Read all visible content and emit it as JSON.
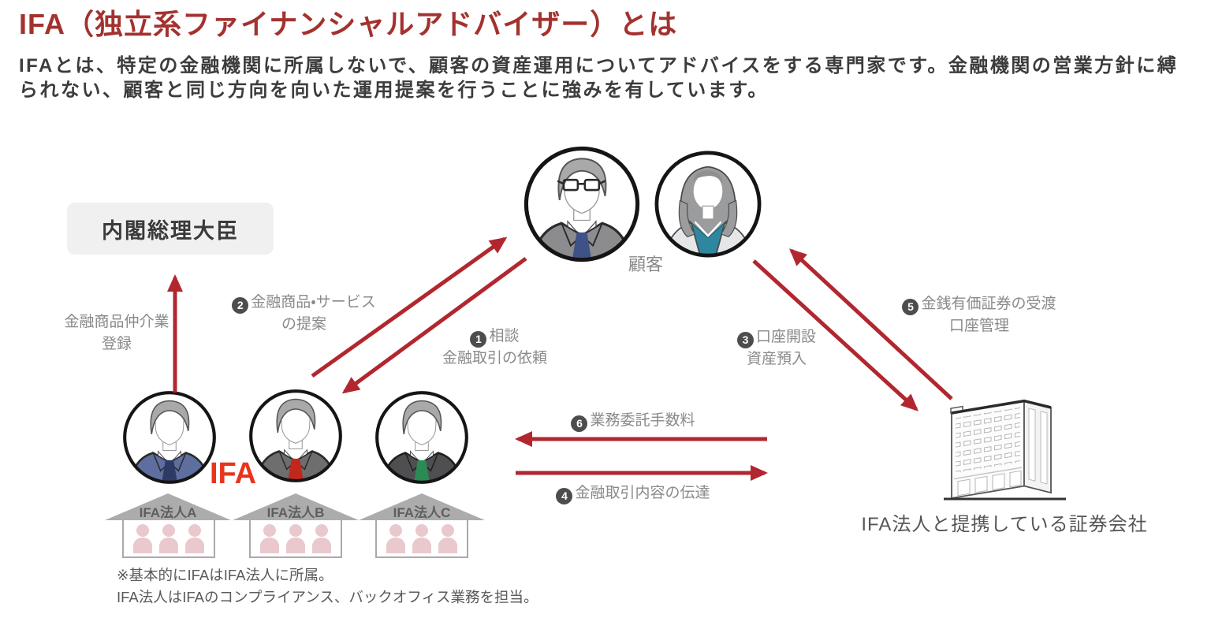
{
  "header": {
    "title": "IFA（独立系ファイナンシャルアドバイザー）とは",
    "description": "IFAとは、特定の金融機関に所属しないで、顧客の資産運用についてアドバイスをする専門家です。金融機関の営業方針に縛られない、顧客と同じ方向を向いた運用提案を行うことに強みを有しています。"
  },
  "diagram": {
    "regulator_box": "内閣総理大臣",
    "customer_label": "顧客",
    "ifa_label": "IFA",
    "broker_label": "IFA法人と提携している証券会社",
    "flows": {
      "registration": {
        "line1": "金融商品仲介業",
        "line2": "登録"
      },
      "f1": {
        "num": "1",
        "line1": "相談",
        "line2": "金融取引の依頼"
      },
      "f2": {
        "num": "2",
        "line1": "金融商品・サービス",
        "line2": "の提案"
      },
      "f3": {
        "num": "3",
        "line1": "口座開設",
        "line2": "資産預入"
      },
      "f4": {
        "num": "4",
        "line1": "金融取引内容の伝達"
      },
      "f5": {
        "num": "5",
        "line1": "金銭有価証券の受渡",
        "line2": "口座管理"
      },
      "f6": {
        "num": "6",
        "line1": "業務委託手数料"
      }
    },
    "houses": [
      {
        "label": "IFA法人A"
      },
      {
        "label": "IFA法人B"
      },
      {
        "label": "IFA法人C"
      }
    ],
    "note_line1": "※基本的にIFAはIFA法人に所属。",
    "note_line2": "IFA法人はIFAのコンプライアンス、バックオフィス業務を担当。"
  },
  "colors": {
    "title_red": "#A3322F",
    "arrow_red": "#B2272F",
    "ifa_accent_red": "#E8351C",
    "label_gray": "#8A8A8A",
    "regulator_box_bg": "#F0F0F0",
    "roof_gray": "#ACACAC",
    "member_pink": "#E9C9CD",
    "suit_blue": "#5E6F9F",
    "tie_red": "#C1271D",
    "tie_green": "#2B8B54",
    "tie_navy": "#3E5287",
    "woman_top_teal": "#2E87A0"
  }
}
